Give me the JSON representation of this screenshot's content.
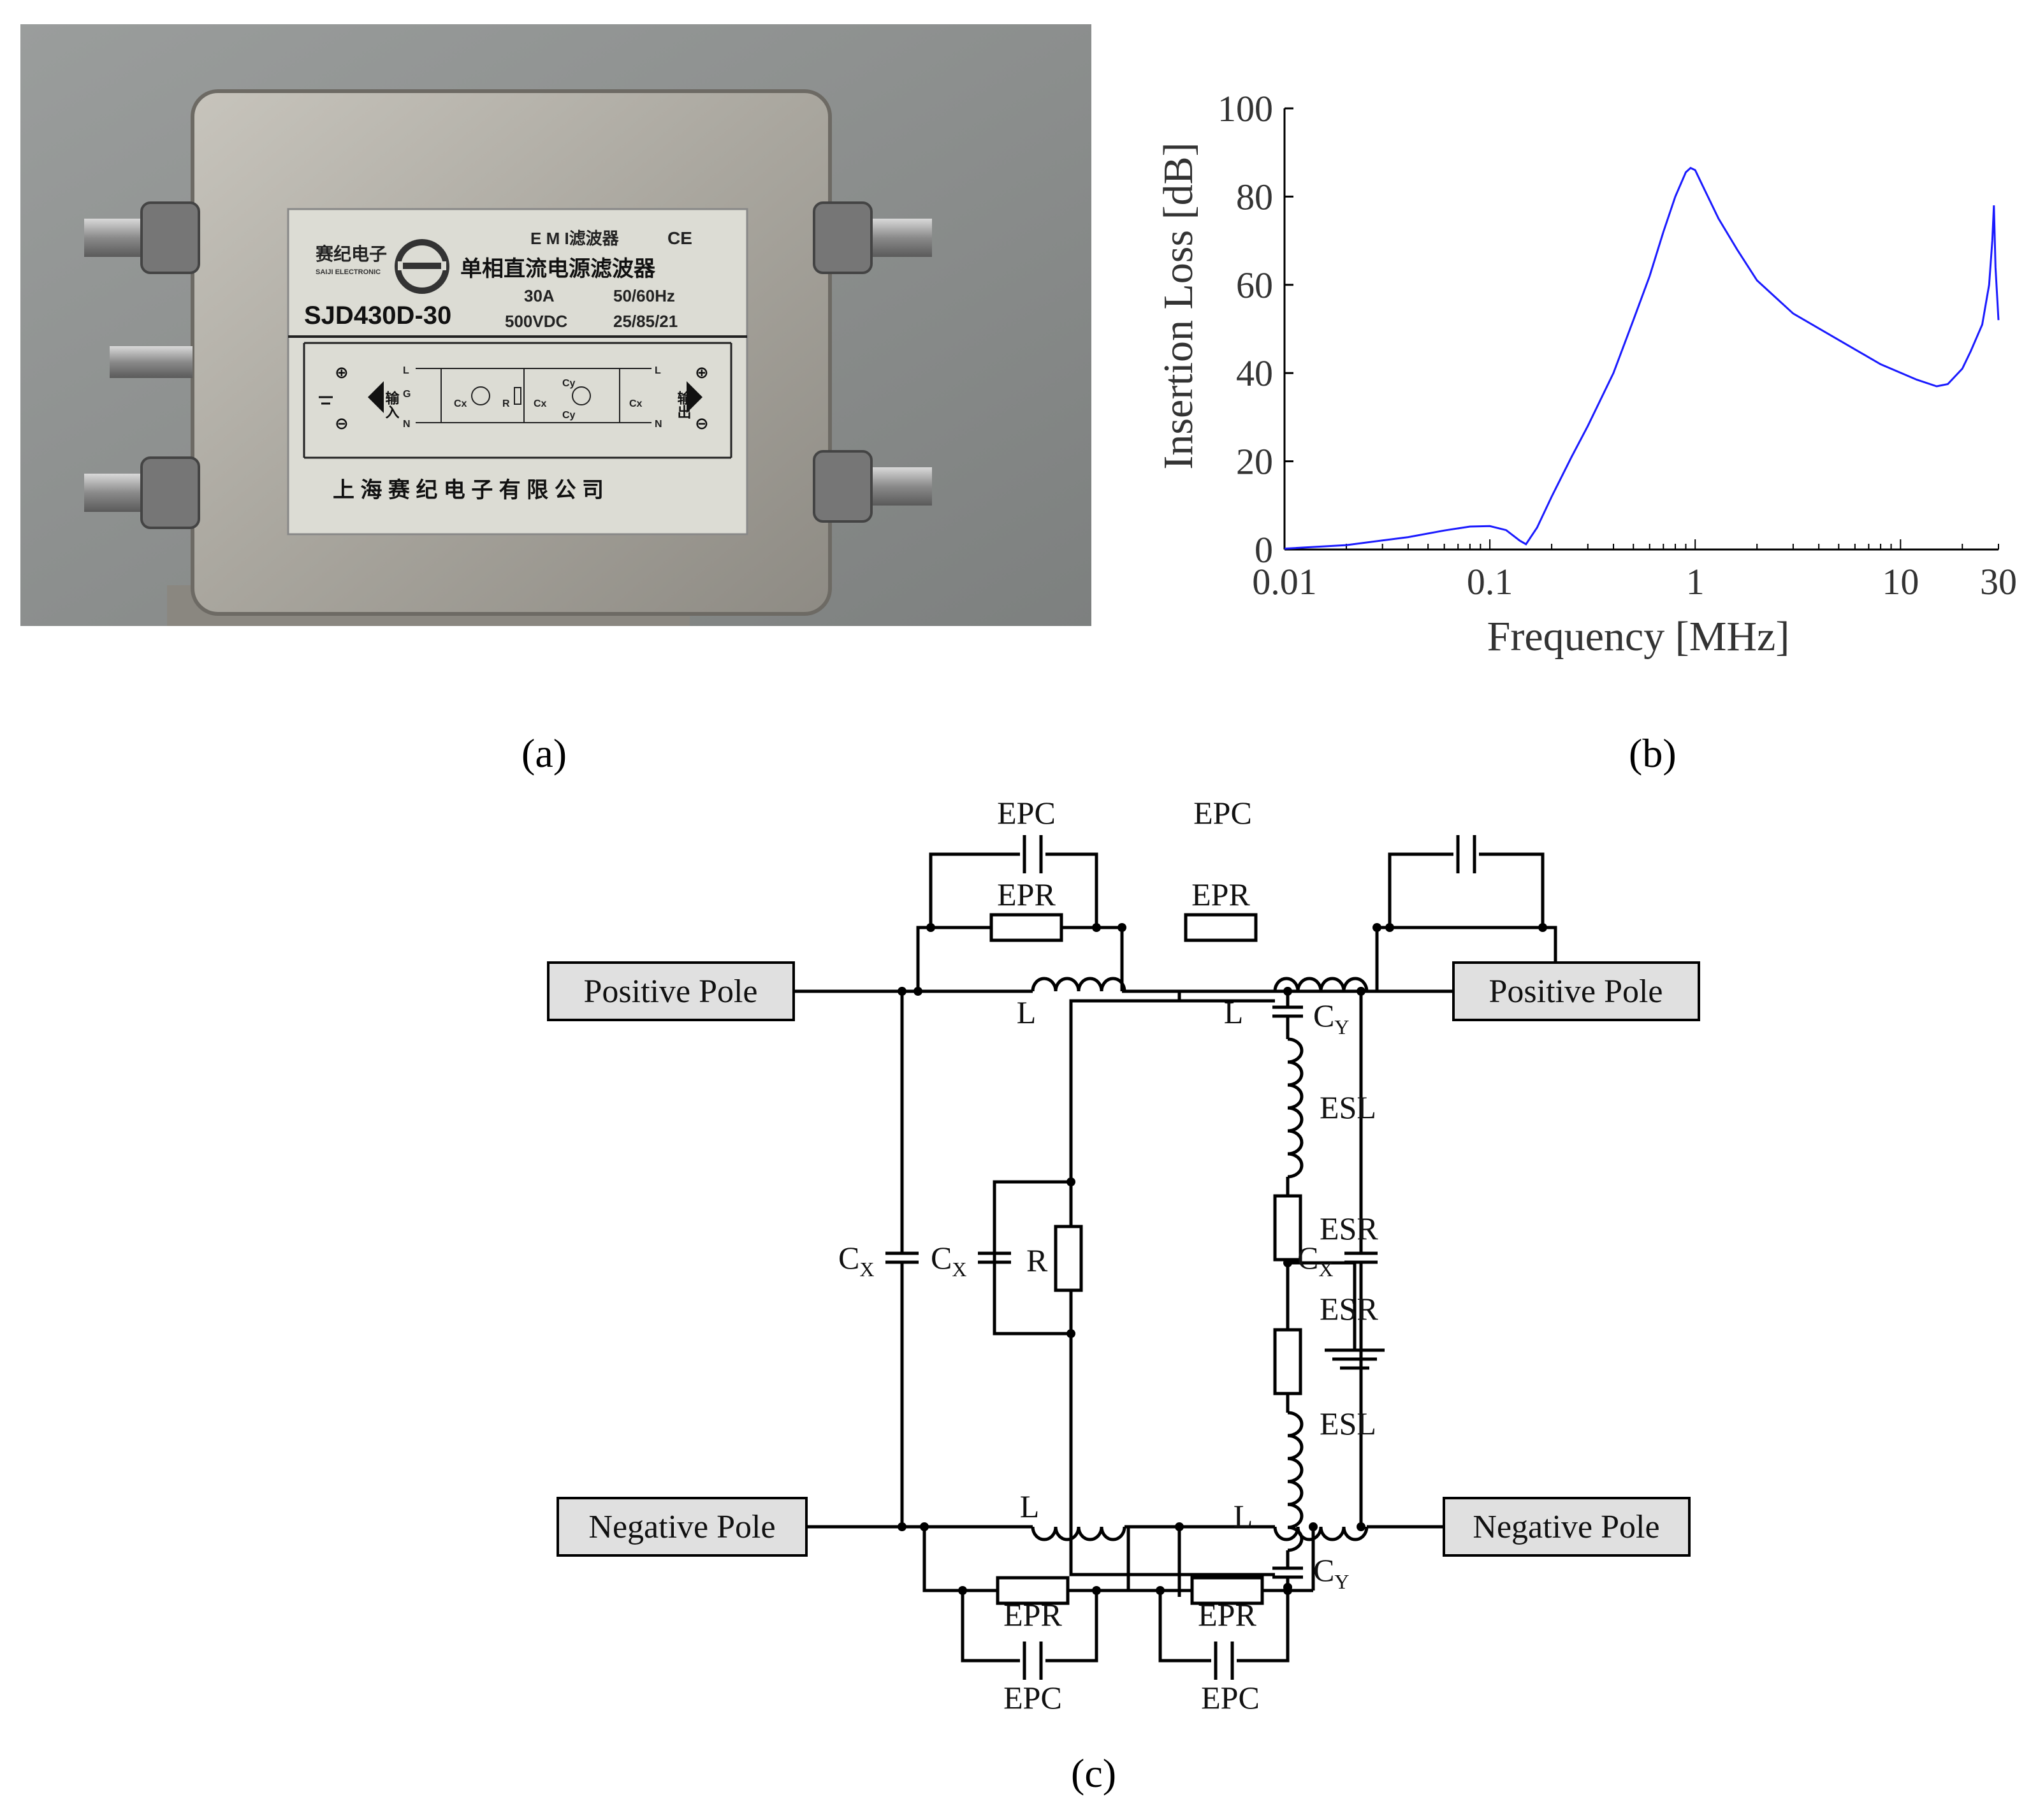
{
  "captions": {
    "a": "(a)",
    "b": "(b)",
    "c": "(c)"
  },
  "photo": {
    "brand_cn": "赛纪电子",
    "brand_en": "SAIJI ELECTRONIC",
    "product_line": "E M I滤波器",
    "ce_mark": "CE",
    "product_name_cn": "单相直流电源滤波器",
    "model": "SJD430D-30",
    "current": "30A",
    "frequency": "50/60Hz",
    "voltage": "500VDC",
    "climatic": "25/85/21",
    "label_l": "L",
    "label_g": "G",
    "label_n": "N",
    "label_cx": "Cx",
    "label_r": "R",
    "label_cy": "Cy",
    "input_cn": "输入",
    "output_cn": "输出",
    "plus": "⊕",
    "minus": "⊖",
    "company_cn": "上 海 赛 纪 电 子 有 限 公 司",
    "colors": {
      "label_bg": "#dcdcd4",
      "housing": "#a9a69e",
      "background": "#8c8f8e"
    }
  },
  "chart_data": {
    "type": "line",
    "xlabel": "Frequency [MHz]",
    "ylabel": "Insertion Loss [dB]",
    "x_scale": "log",
    "xlim": [
      0.01,
      30
    ],
    "ylim": [
      0,
      100
    ],
    "x_ticks": [
      0.01,
      0.1,
      1,
      10,
      30
    ],
    "x_tick_labels": [
      "0.01",
      "0.1",
      "1",
      "10",
      "30"
    ],
    "y_ticks": [
      0,
      20,
      40,
      60,
      80,
      100
    ],
    "y_tick_labels": [
      "0",
      "20",
      "40",
      "60",
      "80",
      "100"
    ],
    "grid": false,
    "line_color": "#1a1aff",
    "series": [
      {
        "x": [
          0.01,
          0.02,
          0.04,
          0.06,
          0.08,
          0.1,
          0.12,
          0.14,
          0.15,
          0.17,
          0.2,
          0.25,
          0.3,
          0.4,
          0.5,
          0.6,
          0.7,
          0.8,
          0.9,
          0.95,
          1.0,
          1.1,
          1.3,
          1.6,
          2,
          3,
          5,
          8,
          12,
          15,
          17,
          20,
          22,
          25,
          27,
          28,
          28.5,
          29,
          30
        ],
        "y": [
          0.2,
          1.0,
          2.8,
          4.3,
          5.2,
          5.3,
          4.4,
          2.0,
          1.2,
          5.0,
          12.0,
          21.0,
          28.0,
          40.0,
          52.0,
          62.0,
          72.0,
          80.0,
          85.5,
          86.5,
          86.0,
          82.0,
          75.0,
          68.0,
          61.0,
          53.5,
          47.5,
          42.0,
          38.5,
          37.0,
          37.5,
          41.0,
          45.0,
          51.0,
          60.0,
          70.0,
          78.0,
          64.0,
          52.0
        ]
      }
    ]
  },
  "circuit": {
    "positive_pole_left": "Positive Pole",
    "positive_pole_right": "Positive Pole",
    "negative_pole_left": "Negative Pole",
    "negative_pole_right": "Negative Pole",
    "epc": "EPC",
    "epr": "EPR",
    "l": "L",
    "cy_main": "C",
    "cy_sub": "Y",
    "cx_main": "C",
    "cx_sub": "X",
    "r": "R",
    "esl": "ESL",
    "esr": "ESR"
  }
}
